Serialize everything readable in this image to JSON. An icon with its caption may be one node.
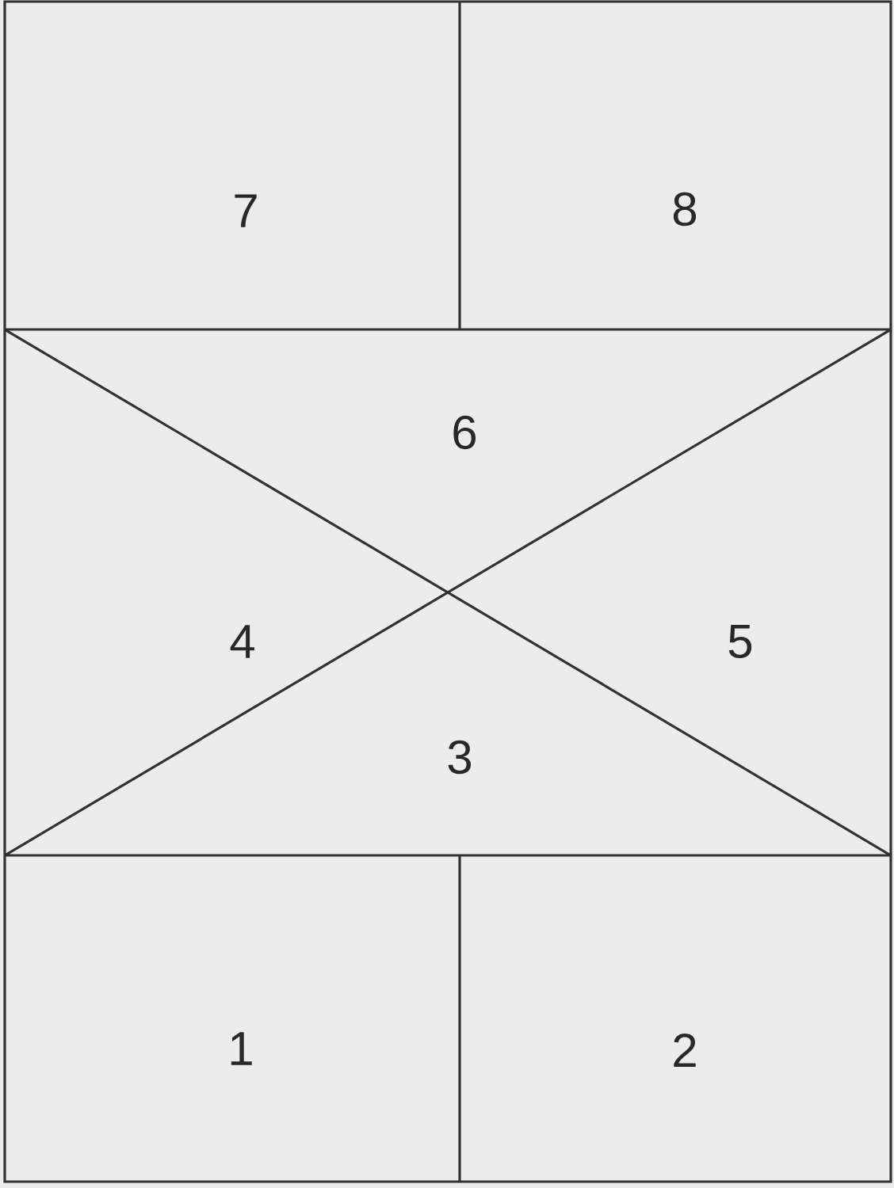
{
  "diagram": {
    "labels": [
      "7",
      "8",
      "6",
      "4",
      "5",
      "3",
      "1",
      "2"
    ]
  }
}
